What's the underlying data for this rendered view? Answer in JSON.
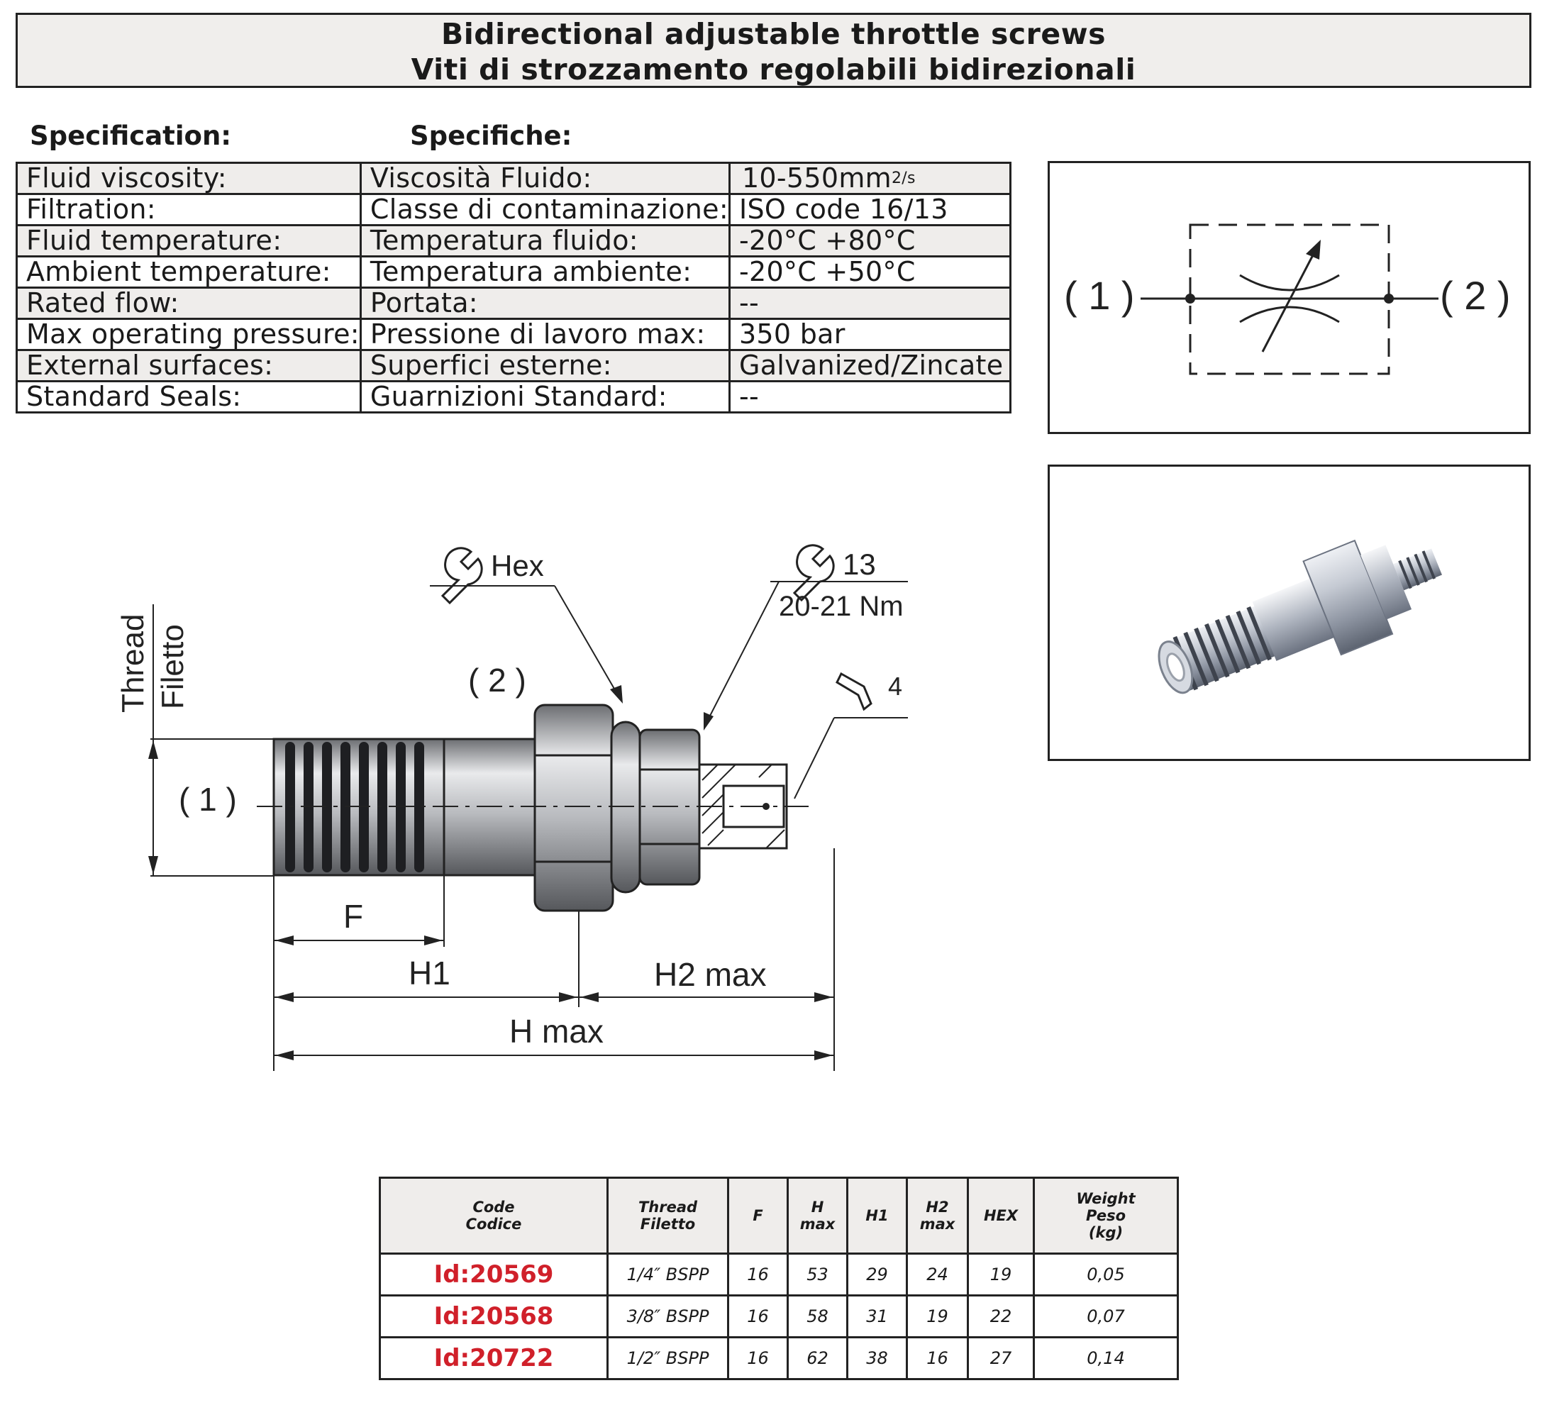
{
  "header": {
    "title_en": "Bidirectional adjustable throttle screws",
    "title_it": "Viti di strozzamento regolabili bidirezionali"
  },
  "spec": {
    "heading_en": "Specification:",
    "heading_it": "Specifiche:",
    "rows": [
      {
        "en": "Fluid viscosity:",
        "it": "Viscosità Fluido:",
        "value": "10-550mm",
        "unit": "2/s"
      },
      {
        "en": "Filtration:",
        "it": "Classe di contaminazione:",
        "value": "ISO code 16/13"
      },
      {
        "en": "Fluid temperature:",
        "it": "Temperatura fluido:",
        "value": "-20°C +80°C"
      },
      {
        "en": "Ambient temperature:",
        "it": "Temperatura ambiente:",
        "value": "-20°C +50°C"
      },
      {
        "en": "Rated flow:",
        "it": "Portata:",
        "value": "--"
      },
      {
        "en": "Max operating pressure:",
        "it": "Pressione di lavoro max:",
        "value": "350 bar"
      },
      {
        "en": "External surfaces:",
        "it": "Superfici esterne:",
        "value": "Galvanized/Zincate"
      },
      {
        "en": "Standard Seals:",
        "it": "Guarnizioni Standard:",
        "value": "--"
      }
    ]
  },
  "symbol": {
    "port1": "( 1 )",
    "port2": "( 2 )"
  },
  "drawing": {
    "thread_en": "Thread",
    "thread_it": "Filetto",
    "port1": "( 1 )",
    "port2": "( 2 )",
    "hex": "Hex",
    "wrench_size": "13",
    "torque": "20-21 Nm",
    "allen_size": "4",
    "dim_f": "F",
    "dim_h1": "H1",
    "dim_h2": "H2 max",
    "dim_h": "H max"
  },
  "codes": {
    "headers": [
      {
        "l1": "Code",
        "l2": "Codice",
        "l3": ""
      },
      {
        "l1": "Thread",
        "l2": "Filetto",
        "l3": ""
      },
      {
        "l1": "F",
        "l2": "",
        "l3": ""
      },
      {
        "l1": "H",
        "l2": "max",
        "l3": ""
      },
      {
        "l1": "H1",
        "l2": "",
        "l3": ""
      },
      {
        "l1": "H2",
        "l2": "max",
        "l3": ""
      },
      {
        "l1": "HEX",
        "l2": "",
        "l3": ""
      },
      {
        "l1": "Weight",
        "l2": "Peso",
        "l3": "(kg)"
      }
    ],
    "rows": [
      [
        "Id:20569",
        "1/4″ BSPP",
        "16",
        "53",
        "29",
        "24",
        "19",
        "0,05"
      ],
      [
        "Id:20568",
        "3/8″ BSPP",
        "16",
        "58",
        "31",
        "19",
        "22",
        "0,07"
      ],
      [
        "Id:20722",
        "1/2″ BSPP",
        "16",
        "62",
        "38",
        "16",
        "27",
        "0,14"
      ]
    ]
  },
  "colors": {
    "code_red": "#d0202a",
    "shade": "#efedeb"
  }
}
